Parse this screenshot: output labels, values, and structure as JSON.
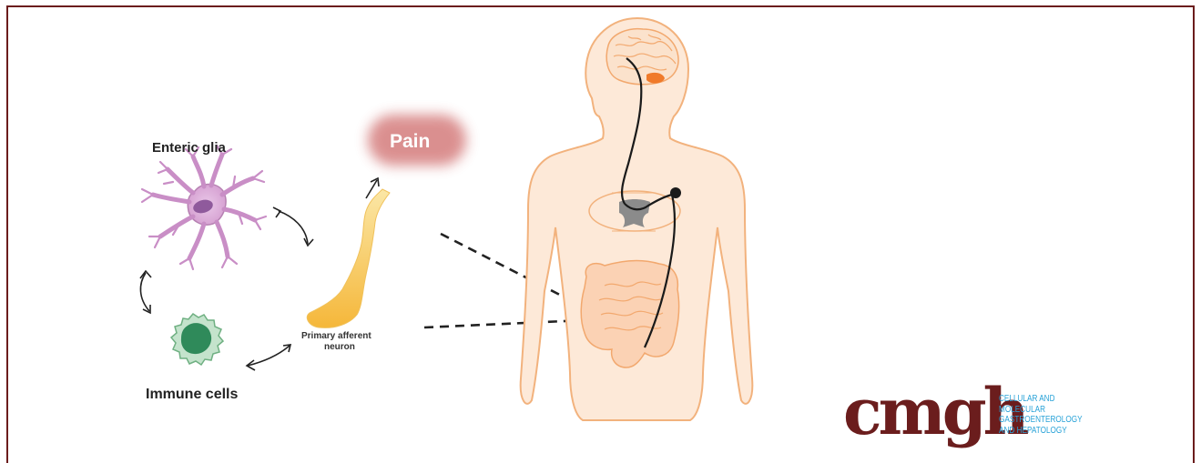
{
  "labels": {
    "enteric_glia": "Enteric glia",
    "pain": "Pain",
    "primary_afferent_line1": "Primary afferent",
    "primary_afferent_line2": "neuron",
    "immune_cells": "Immune cells"
  },
  "logo": {
    "wordmark": "cmgh",
    "tagline_lines": [
      "CELLULAR AND",
      "MOLECULAR",
      "GASTROENTEROLOGY",
      "AND HEPATOLOGY"
    ]
  },
  "colors": {
    "frame": "#6b1d1d",
    "body_outline": "#f2b27d",
    "glia": "#d9a6d6",
    "immune": "#4a9a6a",
    "neuron": "#f1c24f",
    "pain": "#e29a9a",
    "logo_text": "#6b1d1d",
    "logo_tagline": "#2aa3d8"
  }
}
